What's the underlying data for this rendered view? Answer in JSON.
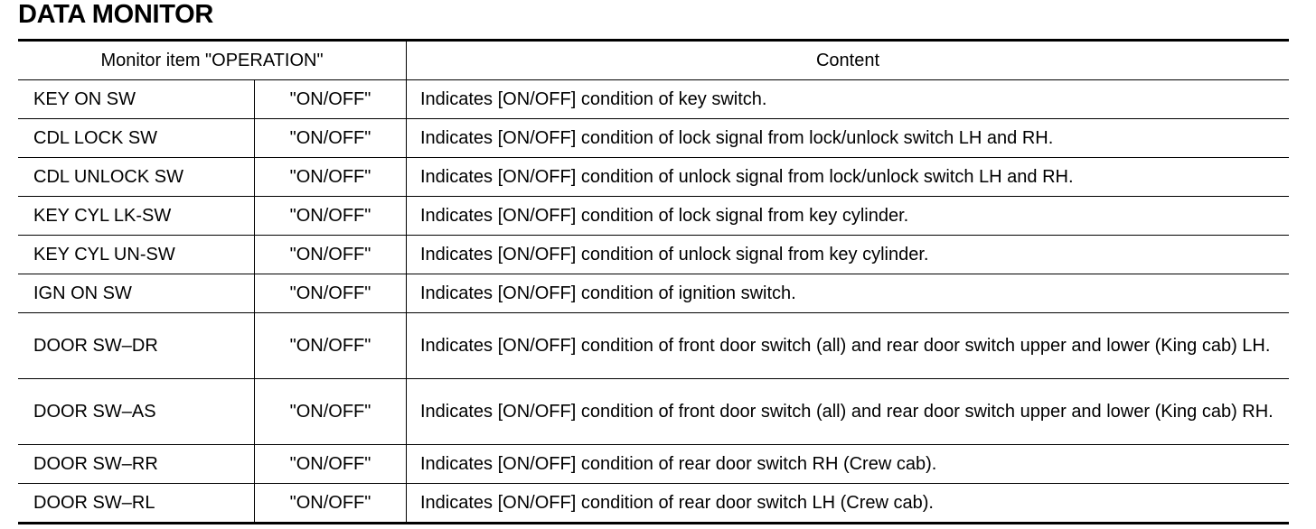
{
  "title": "DATA MONITOR",
  "table": {
    "headers": [
      "Monitor item \"OPERATION\"",
      "Content"
    ],
    "rows": [
      {
        "item": "KEY ON SW",
        "value": "\"ON/OFF\"",
        "content": "Indicates [ON/OFF] condition of key switch."
      },
      {
        "item": "CDL LOCK SW",
        "value": "\"ON/OFF\"",
        "content": "Indicates [ON/OFF] condition of lock signal from lock/unlock switch LH and RH."
      },
      {
        "item": "CDL UNLOCK SW",
        "value": "\"ON/OFF\"",
        "content": "Indicates [ON/OFF] condition of unlock signal from lock/unlock switch LH and RH."
      },
      {
        "item": "KEY CYL LK-SW",
        "value": "\"ON/OFF\"",
        "content": "Indicates [ON/OFF] condition of lock signal from key cylinder."
      },
      {
        "item": "KEY CYL UN-SW",
        "value": "\"ON/OFF\"",
        "content": "Indicates [ON/OFF] condition of unlock signal from key cylinder."
      },
      {
        "item": "IGN ON SW",
        "value": "\"ON/OFF\"",
        "content": "Indicates [ON/OFF] condition of ignition switch."
      },
      {
        "item": "DOOR SW–DR",
        "value": "\"ON/OFF\"",
        "content": "Indicates [ON/OFF] condition of front door switch (all) and rear door switch upper and lower (King cab) LH."
      },
      {
        "item": "DOOR SW–AS",
        "value": "\"ON/OFF\"",
        "content": "Indicates [ON/OFF] condition of front door switch (all) and rear door switch upper and lower (King cab) RH."
      },
      {
        "item": "DOOR SW–RR",
        "value": "\"ON/OFF\"",
        "content": "Indicates [ON/OFF] condition of rear door switch RH (Crew cab)."
      },
      {
        "item": "DOOR SW–RL",
        "value": "\"ON/OFF\"",
        "content": "Indicates [ON/OFF] condition of rear door switch LH (Crew cab)."
      }
    ]
  }
}
